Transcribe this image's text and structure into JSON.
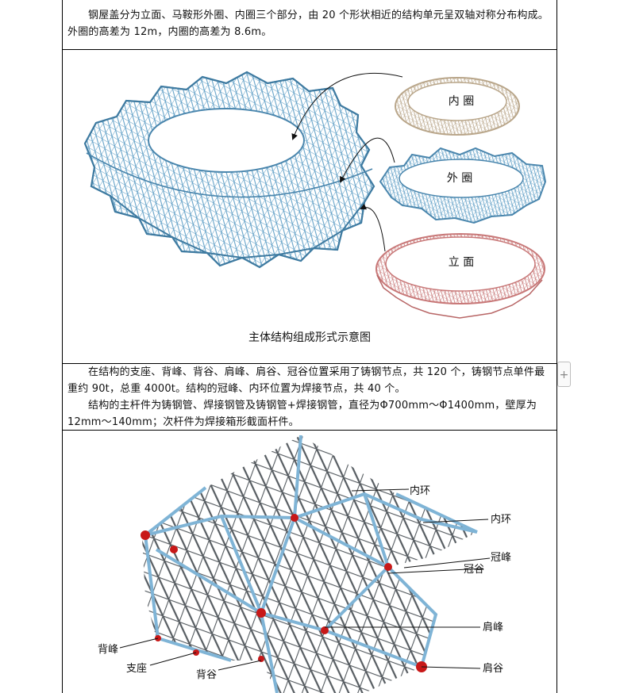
{
  "paragraphs": {
    "intro": "钢屋盖分为立面、马鞍形外圈、内圈三个部分，由 20 个形状相近的结构单元呈双轴对称分布构成。外圈的高差为 12m，内圈的高差为 8.6m。",
    "nodes": "在结构的支座、背峰、背谷、肩峰、肩谷、冠谷位置采用了铸钢节点，共 120 个，铸钢节点单件最重约 90t，总重 4000t。结构的冠峰、内环位置为焊接节点，共 40 个。",
    "members": "结构的主杆件为铸钢管、焊接钢管及铸钢管+焊接钢管，直径为Φ700mm～Φ1400mm，壁厚为 12mm～140mm；次杆件为焊接箱形截面杆件。"
  },
  "figure1": {
    "caption": "主体结构组成形式示意图",
    "labels": {
      "inner_ring": "内 圈",
      "outer_ring": "外 圈",
      "facade": "立 面"
    }
  },
  "figure2": {
    "labels": {
      "inner_ring_a": "内环",
      "inner_ring_b": "内环",
      "crown_peak": "冠峰",
      "crown_valley": "冠谷",
      "shoulder_peak": "肩峰",
      "shoulder_valley": "肩谷",
      "back_peak": "背峰",
      "support": "支座",
      "back_valley": "背谷"
    }
  },
  "ui": {
    "insert_button": "+"
  },
  "colors": {
    "blue_steel": "#5b9cc4",
    "tan_steel": "#c9b79c",
    "red_steel": "#c87878",
    "grey_steel": "#555b60",
    "node_red": "#c81818"
  }
}
